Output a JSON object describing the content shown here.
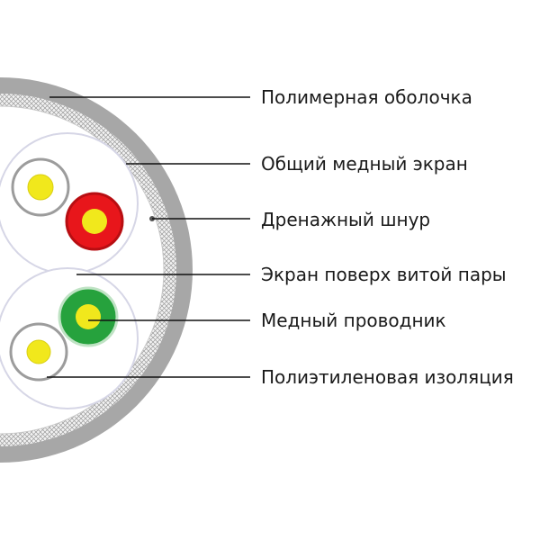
{
  "labels": [
    "Полимерная оболочка",
    "Общий медный экран",
    "Дренажный шнур",
    "Экран поверх витой пары",
    "Медный проводник",
    "Полиэтиленовая изоляция"
  ],
  "colors": {
    "jacket": "#a7a7a7",
    "red_insulation": "#e8161b",
    "green_insulation": "#26a23d",
    "conductor": "#f1e81c",
    "leader_line": "#111111"
  }
}
